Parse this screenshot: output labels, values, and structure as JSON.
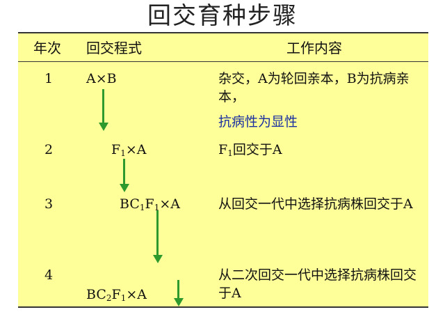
{
  "title": "回交育种步骤",
  "headers": {
    "year": "年次",
    "formula": "回交程式",
    "work": "工作内容"
  },
  "rows": [
    {
      "year": "1",
      "formula": "A×B",
      "work": "杂交，A为轮回亲本，B为抗病亲本，",
      "note": "抗病性为显性"
    },
    {
      "year": "2",
      "formula_f": "F",
      "formula_f_sub": "1",
      "formula_rest": "×A",
      "work_f": "F",
      "work_f_sub": "1",
      "work_rest": "回交于A"
    },
    {
      "year": "3",
      "formula_bc": "BC",
      "formula_bc_sub": "1",
      "formula_f": "F",
      "formula_f_sub": "1",
      "formula_rest": "×A",
      "work": "从回交一代中选择抗病株回交于A"
    },
    {
      "year": "4",
      "formula_bc": "BC",
      "formula_bc_sub": "2",
      "formula_f": "F",
      "formula_f_sub": "1",
      "formula_rest": "×A",
      "work": "从二次回交一代中选择抗病株回交于A"
    }
  ],
  "colors": {
    "panel": "#ffff99",
    "arrow": "#2e9a2e",
    "note": "#1a2fa0"
  }
}
